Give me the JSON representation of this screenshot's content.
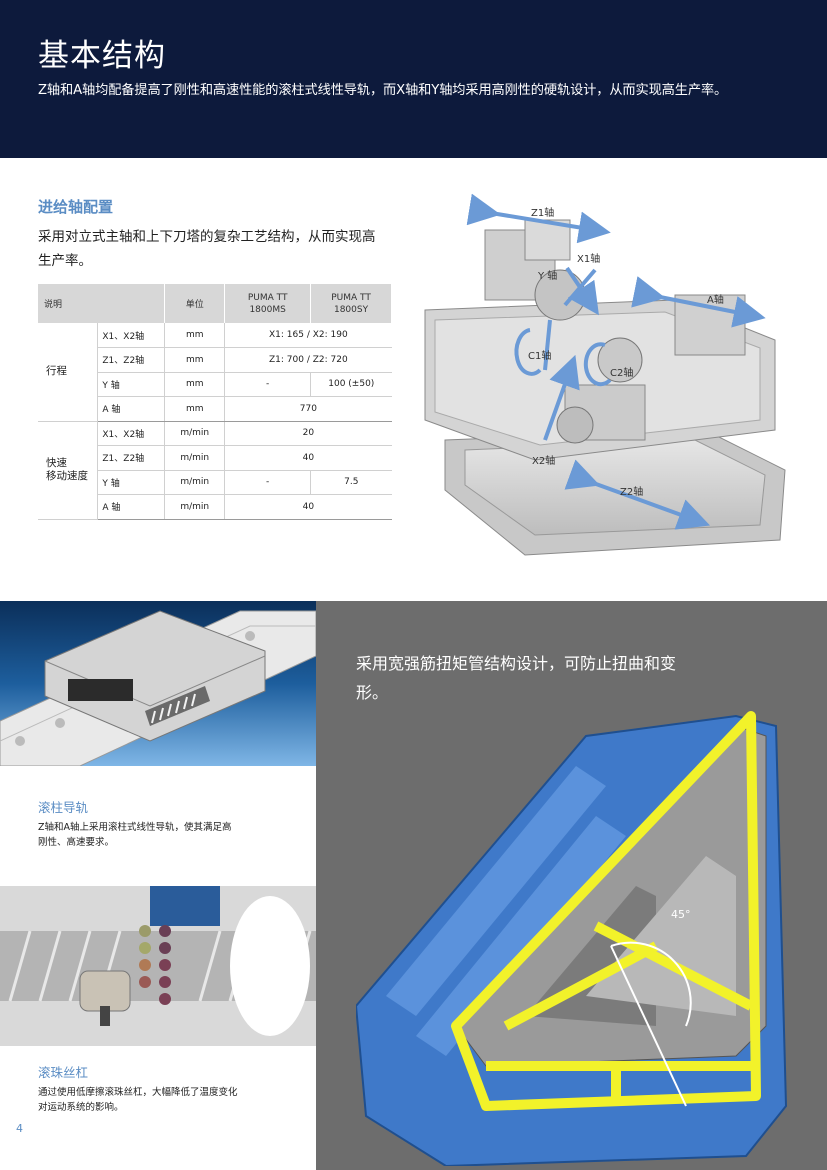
{
  "header": {
    "title": "基本结构",
    "subtitle": "Z轴和A轴均配备提高了刚性和高速性能的滚柱式线性导轨，而X轴和Y轴均采用高刚性的硬轨设计，从而实现高生产率。"
  },
  "feed_axis": {
    "title": "进给轴配置",
    "text": "采用对立式主轴和上下刀塔的复杂工艺结构，从而实现高生产率。"
  },
  "spec_table": {
    "headers": [
      "说明",
      "单位",
      "PUMA TT\n1800MS",
      "PUMA TT\n1800SY"
    ],
    "travel": {
      "group": "行程",
      "rows": [
        {
          "axis": "X1、X2轴",
          "unit": "mm",
          "value": "X1: 165 / X2: 190"
        },
        {
          "axis": "Z1、Z2轴",
          "unit": "mm",
          "value": "Z1: 700 / Z2: 720"
        },
        {
          "axis": "Y 轴",
          "unit": "mm",
          "ms": "-",
          "sy": "100 (±50)"
        },
        {
          "axis": "A 轴",
          "unit": "mm",
          "value": "770"
        }
      ]
    },
    "rapid": {
      "group": "快速\n移动速度",
      "rows": [
        {
          "axis": "X1、X2轴",
          "unit": "m/min",
          "value": "20"
        },
        {
          "axis": "Z1、Z2轴",
          "unit": "m/min",
          "value": "40"
        },
        {
          "axis": "Y 轴",
          "unit": "m/min",
          "ms": "-",
          "sy": "7.5"
        },
        {
          "axis": "A 轴",
          "unit": "m/min",
          "value": "40"
        }
      ]
    }
  },
  "machine_labels": {
    "z1": "Z1轴",
    "x1": "X1轴",
    "y": "Y 轴",
    "a": "A轴",
    "c1": "C1轴",
    "c2": "C2轴",
    "x2": "X2轴",
    "z2": "Z2轴"
  },
  "roller_guide": {
    "title": "滚柱导轨",
    "text": "Z轴和A轴上采用滚柱式线性导轨，使其满足高刚性、高速要求。"
  },
  "ball_screw": {
    "title": "滚珠丝杠",
    "text": "通过使用低摩擦滚珠丝杠，大幅降低了温度变化对运动系统的影响。"
  },
  "torque_tube": {
    "caption": "采用宽强筋扭矩管结构设计，可防止扭曲和变形。",
    "angle": "45°"
  },
  "page_number": "4",
  "colors": {
    "header_bg": "#0d1a3c",
    "accent": "#5b8dc4",
    "panel_gray": "#6d6d6d",
    "bed_blue": "#3f79c9",
    "rib_yellow": "#f2f22a"
  }
}
